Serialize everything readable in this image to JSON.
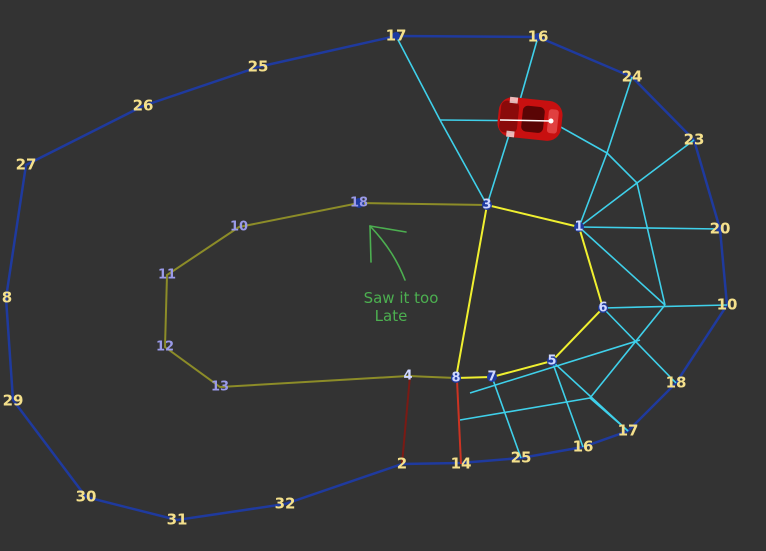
{
  "colors": {
    "background": "#333333",
    "outer_track": "#1f3a9e",
    "cyan_mesh": "#3fd0ea",
    "yellow_path": "#f0f030",
    "olive_track": "#8c8c28",
    "red_line": "#cc3322",
    "outer_label": "#f4e08c",
    "inner_label": "#9a9ae8",
    "annotation": "#4caf50",
    "car": "#c81010"
  },
  "outer_labels": [
    "25",
    "26",
    "27",
    "8",
    "29",
    "30",
    "31",
    "32",
    "2",
    "14",
    "25",
    "16",
    "17",
    "18",
    "10",
    "20",
    "23",
    "24",
    "16",
    "17"
  ],
  "inner_labels": [
    "10",
    "11",
    "12",
    "13",
    "18"
  ],
  "node_labels": [
    "3",
    "1",
    "6",
    "5",
    "7",
    "8",
    "4"
  ],
  "annotation": {
    "line1": "Saw it too",
    "line2": "Late"
  },
  "icons": {
    "car": "red-race-car-icon",
    "arrow": "hand-drawn-arrow-icon"
  }
}
